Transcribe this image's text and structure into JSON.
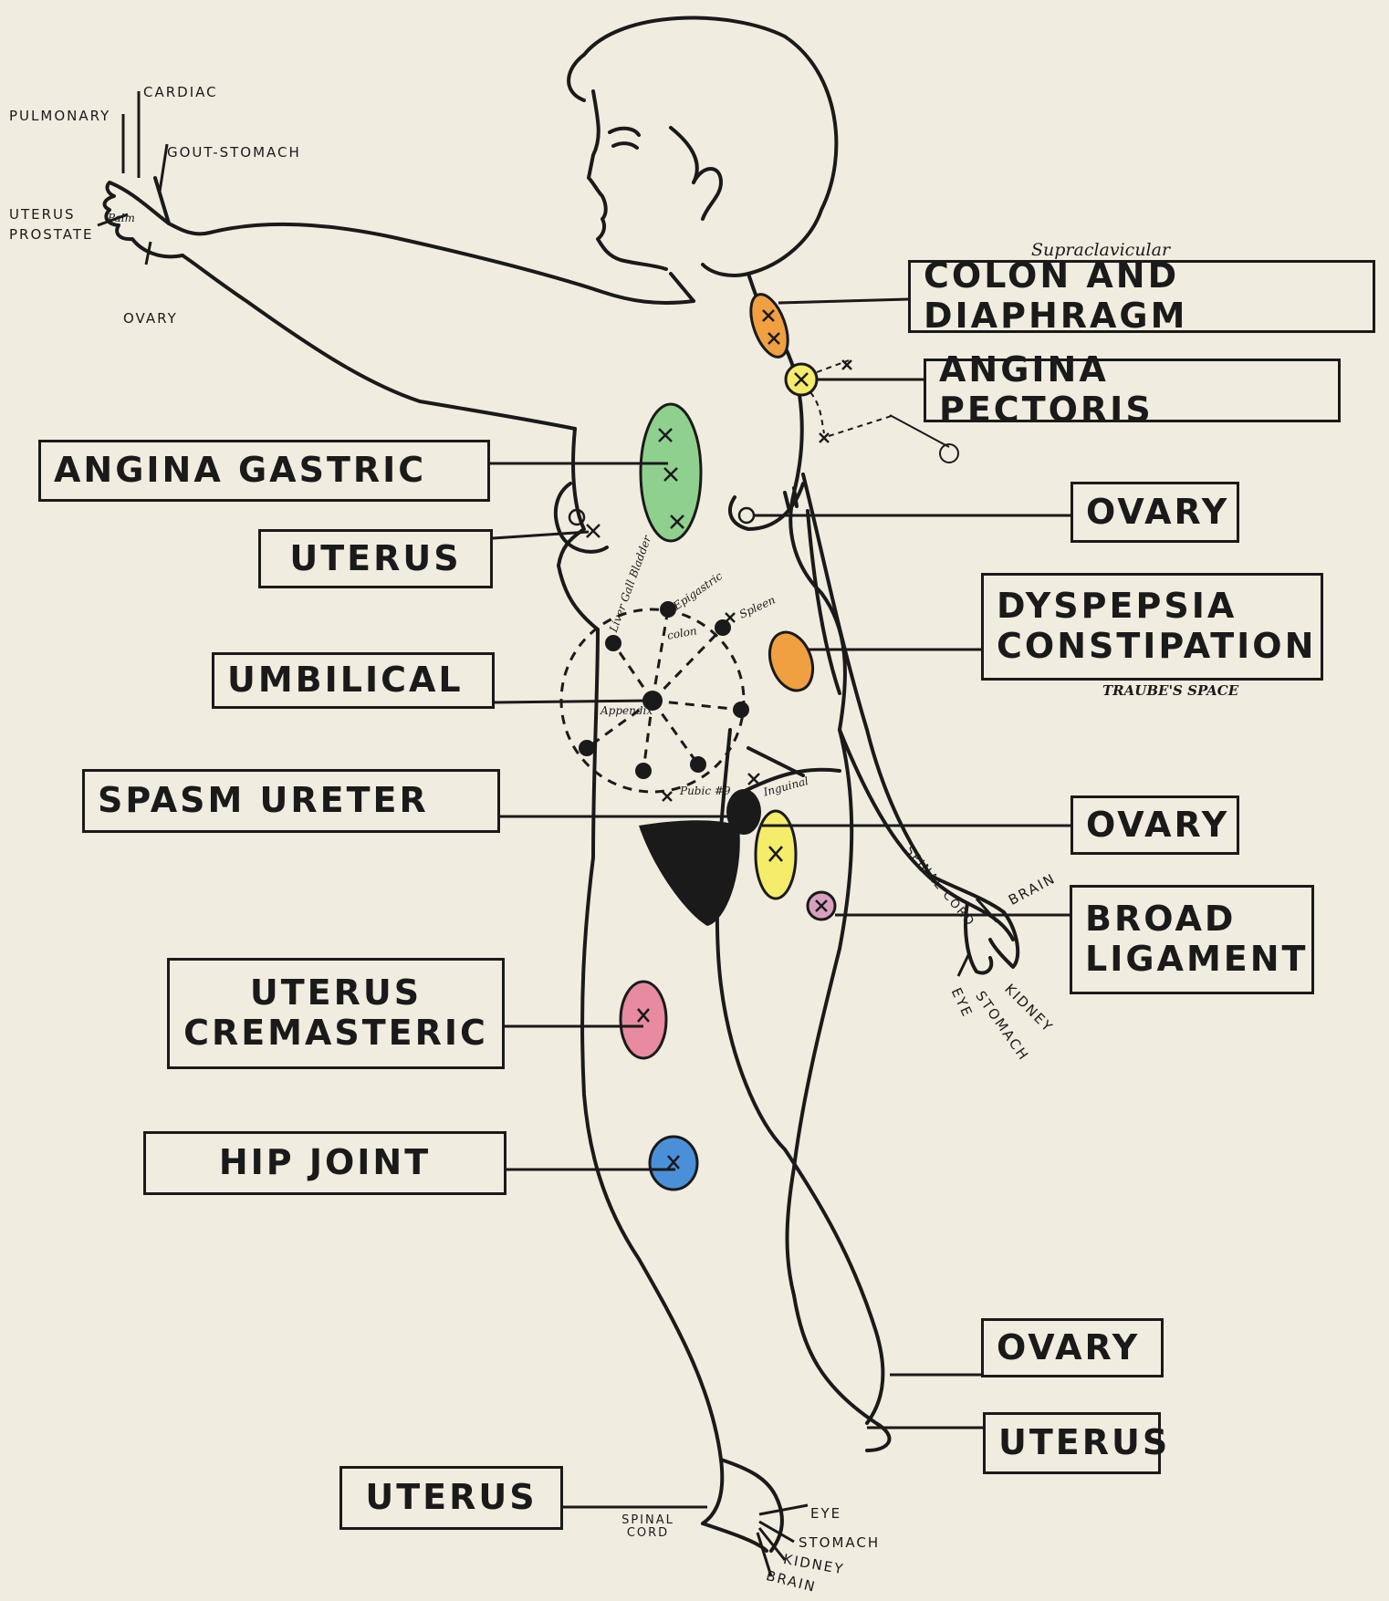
{
  "labels": {
    "colon_diaphragm": "COLON AND DIAPHRAGM",
    "supraclavicular": "Supraclavicular",
    "angina_pectoris": "ANGINA PECTORIS",
    "angina_gastric": "ANGINA GASTRIC",
    "ovary_chest": "OVARY",
    "uterus_chest": "UTERUS",
    "dyspepsia_line1": "DYSPEPSIA",
    "dyspepsia_line2": "CONSTIPATION",
    "traubes_space": "TRAUBE'S SPACE",
    "umbilical": "UMBILICAL",
    "spasm_ureter": "SPASM URETER",
    "ovary_groin": "OVARY",
    "broad_line1": "BROAD",
    "broad_line2": "LIGAMENT",
    "uterus_crem_line1": "UTERUS",
    "uterus_crem_line2": "CREMASTERIC",
    "hip_joint": "HIP JOINT",
    "ovary_ankle": "OVARY",
    "uterus_ankle": "UTERUS",
    "uterus_foot": "UTERUS"
  },
  "hand_left": {
    "pulmonary": "PULMONARY",
    "cardiac": "CARDIAC",
    "gout_stomach": "GOUT-STOMACH",
    "uterus": "UTERUS",
    "prostate": "PROSTATE",
    "palm": "Palm",
    "ovary": "OVARY"
  },
  "hand_right": {
    "spinal_cord": "SPINAL CORD",
    "brain": "BRAIN",
    "eye": "EYE",
    "stomach": "STOMACH",
    "kidney": "KIDNEY"
  },
  "foot": {
    "spinal_cord": "SPINAL CORD",
    "eye": "EYE",
    "stomach": "STOMACH",
    "kidney": "KIDNEY",
    "brain": "BRAIN"
  },
  "abdomen": {
    "liver": "Liver Gall Bladder",
    "epigastric": "Epigastric",
    "spleen": "Spleen",
    "colon": "colon",
    "appendix": "Appendix",
    "pubic": "Pubic #9",
    "inguinal": "Inguinal"
  },
  "colors": {
    "ink": "#1a1a1a",
    "paper": "#f1ece0",
    "green": "#8fd08f",
    "orange": "#f0a040",
    "yellow": "#f4ec6a",
    "pink": "#e88aa0",
    "blue": "#4a90d9",
    "mauve": "#d8a0c0"
  }
}
